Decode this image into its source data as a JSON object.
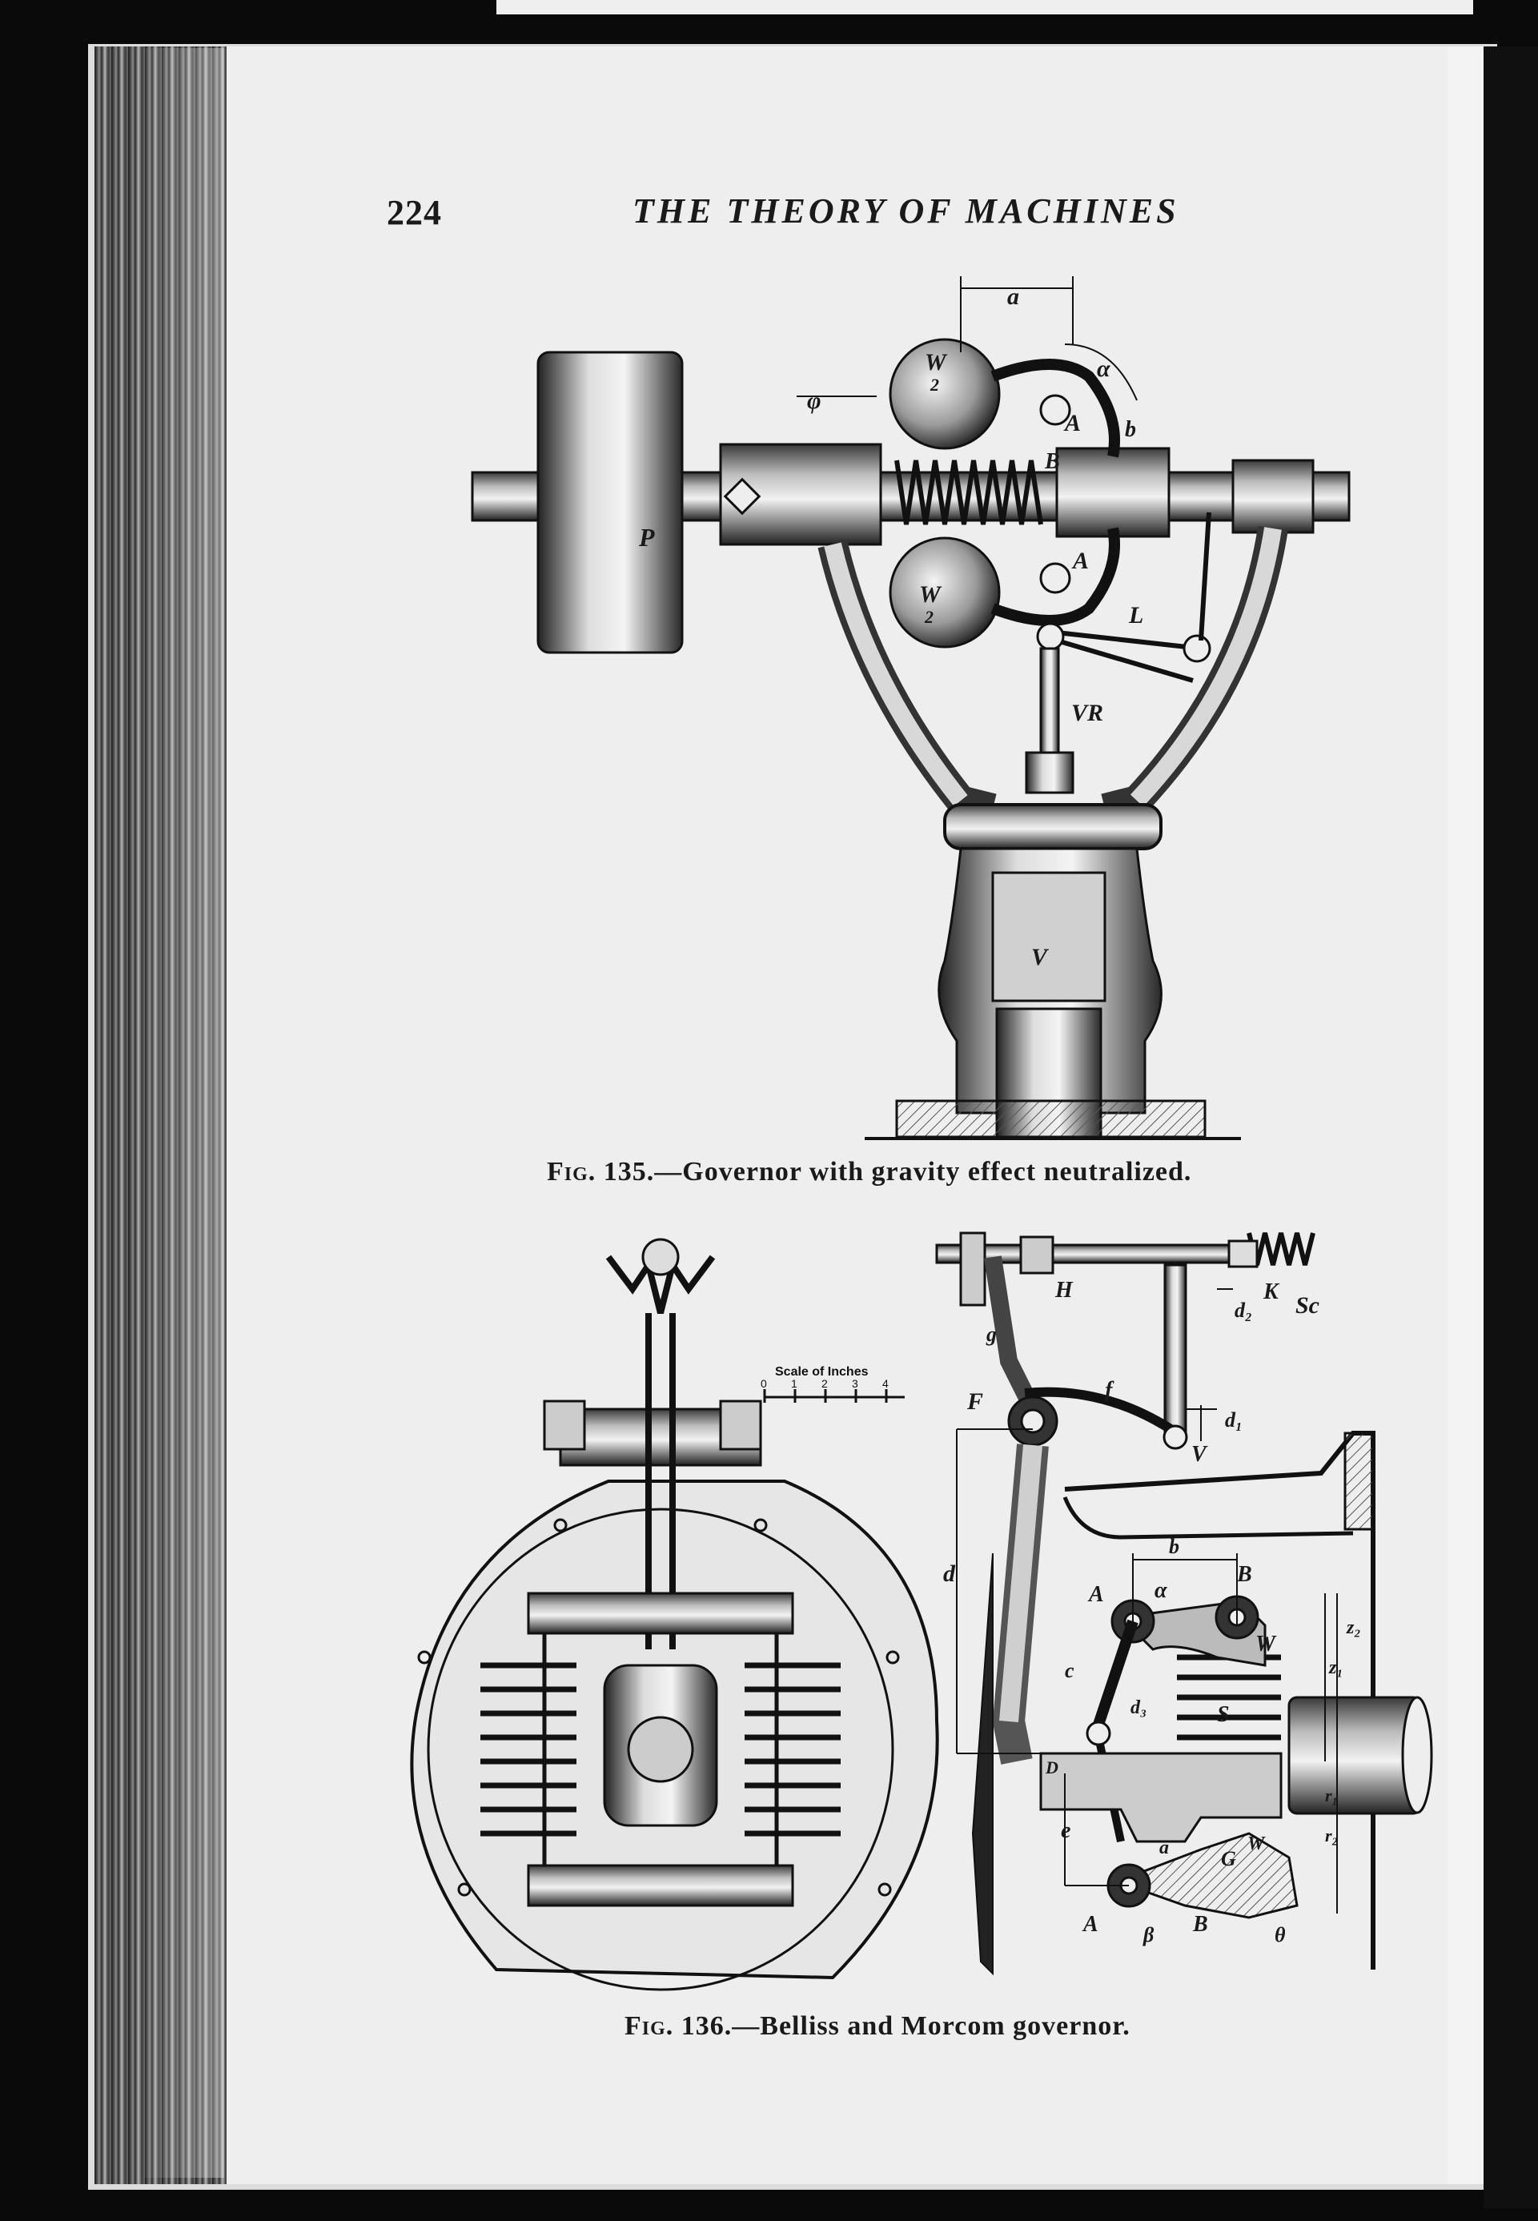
{
  "header": {
    "page_number": "224",
    "running_title": "THE THEORY OF MACHINES"
  },
  "figure135": {
    "caption_prefix": "Fig.",
    "caption_text": "135.—Governor with gravity effect neutralized.",
    "labels": {
      "a": "a",
      "alpha": "α",
      "phi": "φ",
      "b": "b",
      "A_top": "A",
      "B": "B",
      "A_bot": "A",
      "W_num": "W",
      "W_den": "2",
      "P": "P",
      "L": "L",
      "VR": "VR",
      "V": "V"
    }
  },
  "figure136": {
    "caption_prefix": "Fig.",
    "caption_text": "136.—Belliss and Morcom governor.",
    "scale_title": "Scale of Inches",
    "scale_ticks": [
      "0",
      "1",
      "2",
      "3",
      "4"
    ],
    "labels": {
      "H": "H",
      "K": "K",
      "Sc": "Sc",
      "d2": "d₂",
      "g": "g",
      "F": "F",
      "f": "f",
      "d1": "d₁",
      "V": "V",
      "d": "d",
      "b": "b",
      "A_up": "A",
      "alpha": "α",
      "B_up": "B",
      "W_up": "W",
      "c": "c",
      "d3": "d₃",
      "S": "S",
      "z1": "z₁",
      "z2": "z₂",
      "e": "e",
      "a": "a",
      "G": "G",
      "W_low": "W",
      "A_low": "A",
      "beta": "β",
      "B_low": "B",
      "theta": "θ",
      "D": "D",
      "r1": "r₁",
      "r2": "r₂"
    }
  }
}
